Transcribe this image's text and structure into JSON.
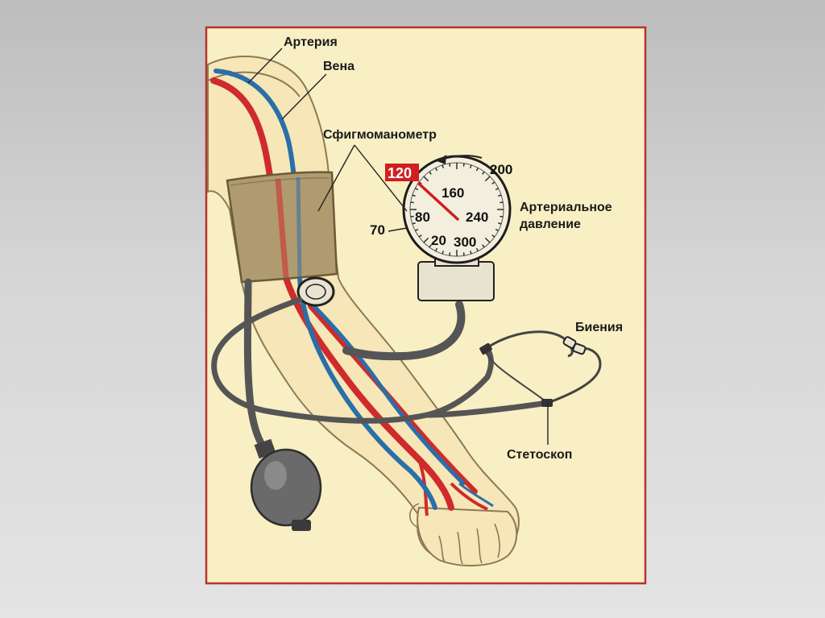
{
  "labels": {
    "artery": "Артерия",
    "vein": "Вена",
    "sphygmomanometer": "Сфигмоманометр",
    "arterial_pressure_line1": "Артериальное",
    "arterial_pressure_line2": "давление",
    "beats": "Биения",
    "stethoscope": "Стетоскоп"
  },
  "gauge": {
    "current_reading": "120",
    "scale": [
      "70",
      "80",
      "160",
      "200",
      "240",
      "20",
      "300"
    ]
  },
  "colors": {
    "panel_background": "#f8efc4",
    "panel_border": "#b5332e",
    "artery": "#cf2b2b",
    "vein": "#2a6fa8",
    "cuff": "#b09a70",
    "reading_badge": "#d11f1f"
  }
}
